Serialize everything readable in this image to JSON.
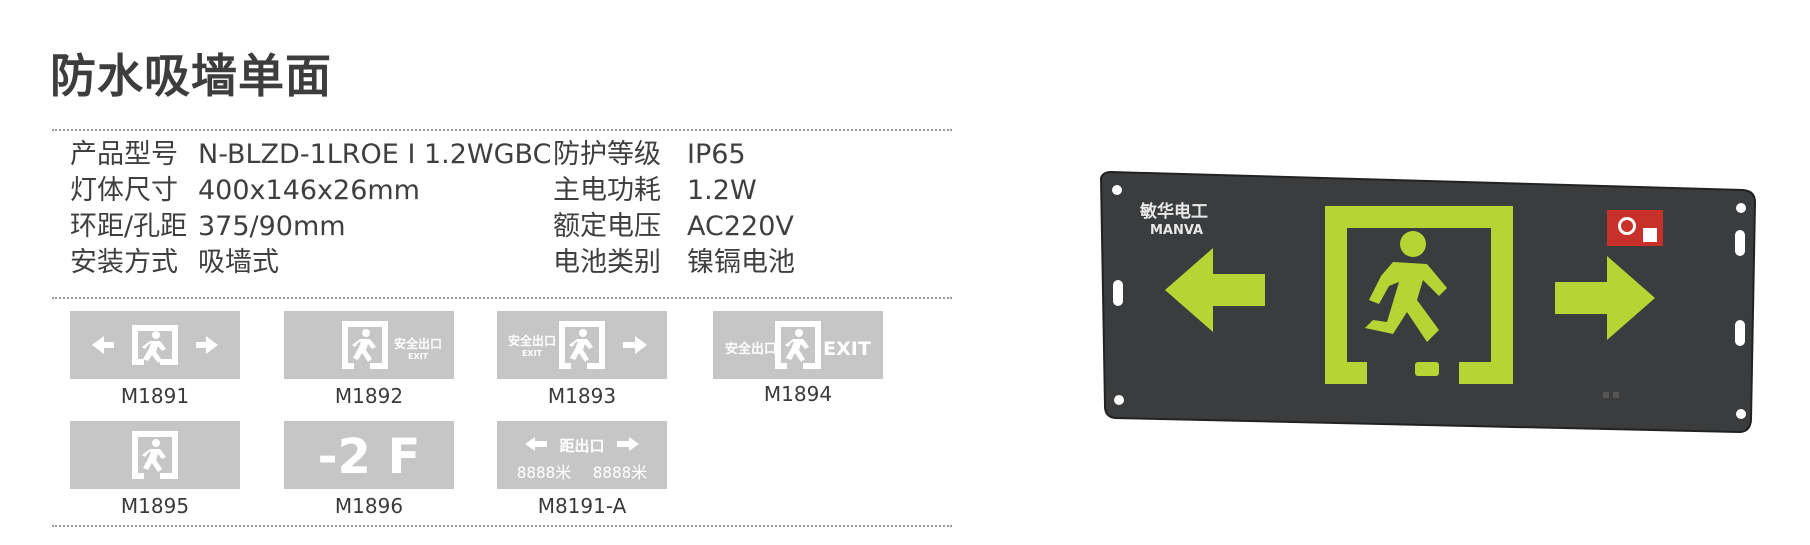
{
  "title": "防水吸墙单面",
  "specs": [
    {
      "label": "产品型号",
      "value": "N-BLZD-1LROE Ⅰ 1.2WGBC"
    },
    {
      "label": "防护等级",
      "value": "IP65"
    },
    {
      "label": "灯体尺寸",
      "value": "400x146x26mm"
    },
    {
      "label": "主电功耗",
      "value": "1.2W"
    },
    {
      "label": "环距/孔距",
      "value": "375/90mm"
    },
    {
      "label": "额定电压",
      "value": "AC220V"
    },
    {
      "label": "安装方式",
      "value": "吸墙式"
    },
    {
      "label": "电池类别",
      "value": "镍镉电池"
    }
  ],
  "variants": [
    {
      "code": "M1891",
      "icon": "exit-sign-arrows-both"
    },
    {
      "code": "M1892",
      "icon": "exit-sign-text-right",
      "text_cn": "安全出口",
      "text_en": "EXIT"
    },
    {
      "code": "M1893",
      "icon": "exit-sign-text-left-arrow-right",
      "text_cn": "安全出口",
      "text_en": "EXIT"
    },
    {
      "code": "M1894",
      "icon": "exit-sign-exit-right",
      "text_cn": "安全出口",
      "text_en": "EXIT"
    },
    {
      "code": "M1895",
      "icon": "exit-sign-man-only"
    },
    {
      "code": "M1896",
      "icon": "floor-sign",
      "text": "-2 F"
    },
    {
      "code": "M8191-A",
      "icon": "distance-sign",
      "text_cn": "距出口",
      "digits": "8888米"
    }
  ],
  "product": {
    "brand_cn": "敏华电工",
    "brand_en": "MANVA",
    "body_color": "#3a3c3e",
    "sign_color": "#b6d433"
  },
  "colors": {
    "card_bg": "#c6c6c6",
    "card_fg": "#ffffff",
    "text": "#3d3d3d"
  }
}
